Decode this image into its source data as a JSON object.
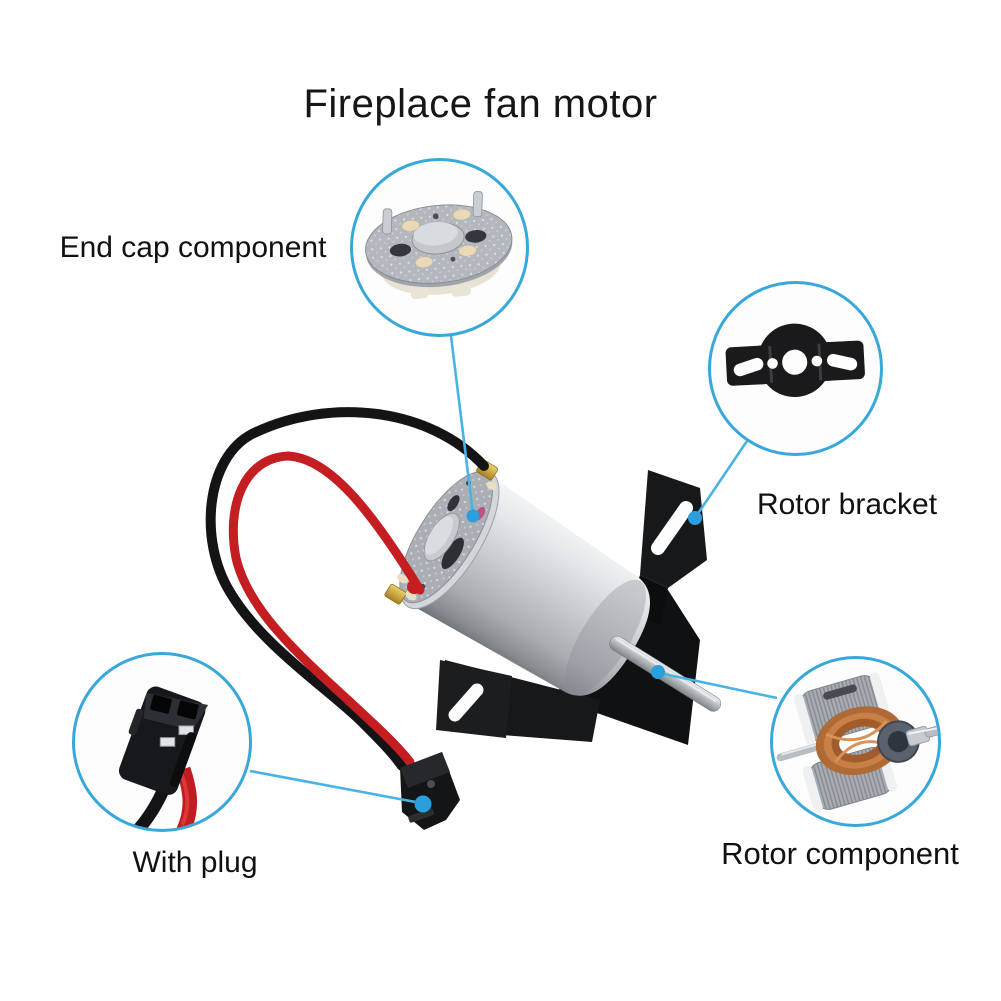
{
  "page": {
    "title": "Fireplace fan motor",
    "background": "#ffffff"
  },
  "colors": {
    "callout_border": "#38a8da",
    "leader_line": "#4ab2e5",
    "marker_dot": "#2b9fdd",
    "wire_red": "#c41e22",
    "wire_black": "#141416",
    "motor_silver": "#c6cbcf",
    "bracket_black": "#17181a",
    "copper_winding": "#c98046",
    "label_text": "#111111"
  },
  "callouts": [
    {
      "id": "end-cap",
      "label": "End cap component"
    },
    {
      "id": "rotor-bracket",
      "label": "Rotor bracket"
    },
    {
      "id": "with-plug",
      "label": "With plug"
    },
    {
      "id": "rotor-component",
      "label": "Rotor component"
    }
  ],
  "figures": [
    {
      "id": "motor-photo",
      "name": "fireplace fan motor with wires, bracket and plug"
    },
    {
      "id": "end-cap-photo",
      "name": "motor end cap component"
    },
    {
      "id": "rotor-bracket-photo",
      "name": "black rotor mounting bracket"
    },
    {
      "id": "with-plug-photo",
      "name": "2-pin connector plug"
    },
    {
      "id": "rotor-photo",
      "name": "rotor with copper windings"
    }
  ]
}
